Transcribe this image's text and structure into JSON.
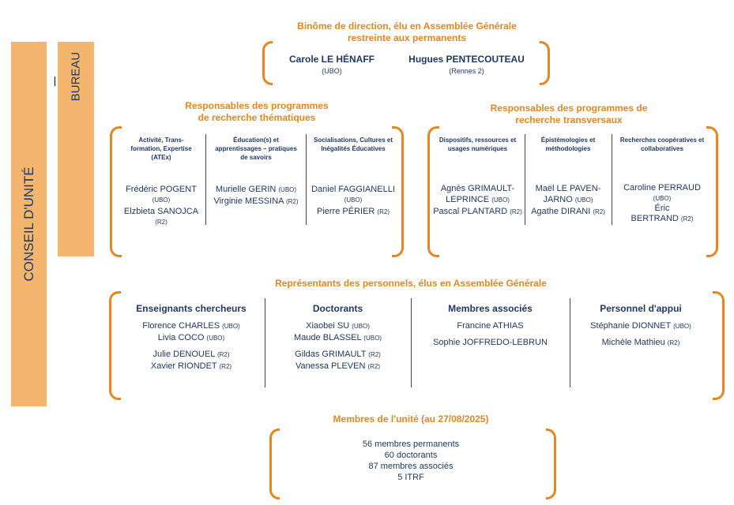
{
  "side_labels": {
    "conseil": "CONSEIL D'UNITÉ",
    "bureau": "BUREAU"
  },
  "direction": {
    "title_line1": "Binôme de direction, élu en Assemblée Générale",
    "title_line2": "restreinte aux permanents",
    "members": [
      {
        "name": "Carole LE HÉNAFF",
        "aff": "(UBO)"
      },
      {
        "name": "Hugues PENTECOUTEAU",
        "aff": "(Rennes 2)"
      }
    ]
  },
  "thematic": {
    "title_line1": "Responsables des programmes",
    "title_line2": "de recherche thématiques",
    "columns": [
      {
        "heading": [
          "Activité, Trans-",
          "formation, Expertise",
          "(ATEx)"
        ],
        "people": [
          {
            "name": "Frédéric POGENT",
            "aff": "(UBO)"
          },
          {
            "name": "Elzbieta SANOJCA",
            "aff": "(R2)"
          }
        ]
      },
      {
        "heading": [
          "Éducation(s) et",
          "apprentissages – pratiques",
          "de savoirs"
        ],
        "people": [
          {
            "name": "Murielle GERIN",
            "aff": "(UBO)"
          },
          {
            "name": "Virginie MESSINA",
            "aff": "(R2)"
          }
        ]
      },
      {
        "heading": [
          "Socialisations, Cultures et",
          "Inégalités Éducatives"
        ],
        "people": [
          {
            "name": "Daniel FAGGIANELLI",
            "aff": "(UBO)"
          },
          {
            "name": "Pierre PÉRIER",
            "aff": "(R2)"
          }
        ]
      }
    ]
  },
  "transversal": {
    "title_line1": "Responsables des programmes de",
    "title_line2": "recherche transversaux",
    "columns": [
      {
        "heading": [
          "Dispositifs, ressources et",
          "usages numériques"
        ],
        "lines": [
          "Agnès GRIMAULT-",
          "LEPRINCE",
          "Pascal PLANTARD"
        ],
        "affs": [
          "(UBO)",
          "(R2)"
        ]
      },
      {
        "heading": [
          "Épistémologies et",
          "méthodologies"
        ],
        "lines": [
          "Maël LE PAVEN-",
          "JARNO",
          "Agathe DIRANI"
        ],
        "affs": [
          "(UBO)",
          "(R2)"
        ]
      },
      {
        "heading": [
          "Recherches coopératives et",
          "collaboratives"
        ],
        "lines": [
          "Caroline PERRAUD",
          "Éric",
          "BERTRAND"
        ],
        "affs": [
          "(UBO)",
          "(R2)"
        ]
      }
    ]
  },
  "representatives": {
    "title": "Représentants des personnels, élus en Assemblée Générale",
    "columns": [
      {
        "heading": "Enseignants chercheurs",
        "people": [
          {
            "name": "Florence CHARLES",
            "aff": "(UBO)"
          },
          {
            "name": "Livia COCO",
            "aff": "(UBO)"
          },
          {
            "name": "Julie DENOUEL",
            "aff": "(R2)"
          },
          {
            "name": "Xavier RIONDET",
            "aff": "(R2)"
          }
        ]
      },
      {
        "heading": "Doctorants",
        "people": [
          {
            "name": "Xiaobei SU",
            "aff": "(UBO)"
          },
          {
            "name": "Maude BLASSEL",
            "aff": "(UBO)"
          },
          {
            "name": "Gildas GRIMAULT",
            "aff": "(R2)"
          },
          {
            "name": "Vanessa PLEVEN",
            "aff": "(R2)"
          }
        ]
      },
      {
        "heading": "Membres associés",
        "people": [
          {
            "name": "Francine ATHIAS",
            "aff": ""
          },
          {
            "name": "Sophie JOFFREDO-LEBRUN",
            "aff": ""
          }
        ]
      },
      {
        "heading": "Personnel d'appui",
        "people": [
          {
            "name": "Stéphanie DIONNET",
            "aff": "(UBO)"
          },
          {
            "name": "Michèle Mathieu",
            "aff": "(R2)"
          }
        ]
      }
    ]
  },
  "members": {
    "title": "Membres de l'unité (au 27/08/2025)",
    "lines": [
      "56 membres permanents",
      "60 doctorants",
      "87 membres associés",
      "5 ITRF"
    ]
  },
  "colors": {
    "accent": "#e8861c",
    "bar": "#f4b66f",
    "text": "#1f3864"
  }
}
